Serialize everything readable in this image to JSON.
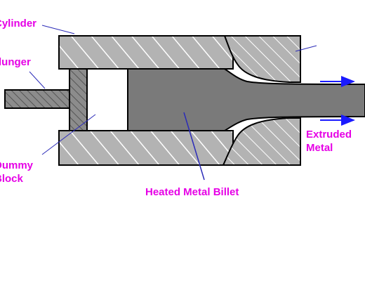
{
  "labels": {
    "cylinder": "Cylinder",
    "plunger": "Plunger",
    "dummy_block_line1": "Dummy",
    "dummy_block_line2": "Block",
    "heated_metal_billet": "Heated Metal Billet",
    "extruded_metal_line1": "Extruded",
    "extruded_metal_line2": "Metal"
  },
  "colors": {
    "label_text": "#e600e6",
    "extruded_text": "#e600e6",
    "arrow": "#1a1aff",
    "leader_line": "#2b2bb8",
    "billet_fill": "#7a7a7a",
    "cylinder_fill": "#b3b3b3",
    "hatch_line": "#ffffff",
    "outline": "#000000",
    "plunger_fill": "#6e6e6e",
    "dummy_block_fill": "#8c8c8c"
  }
}
